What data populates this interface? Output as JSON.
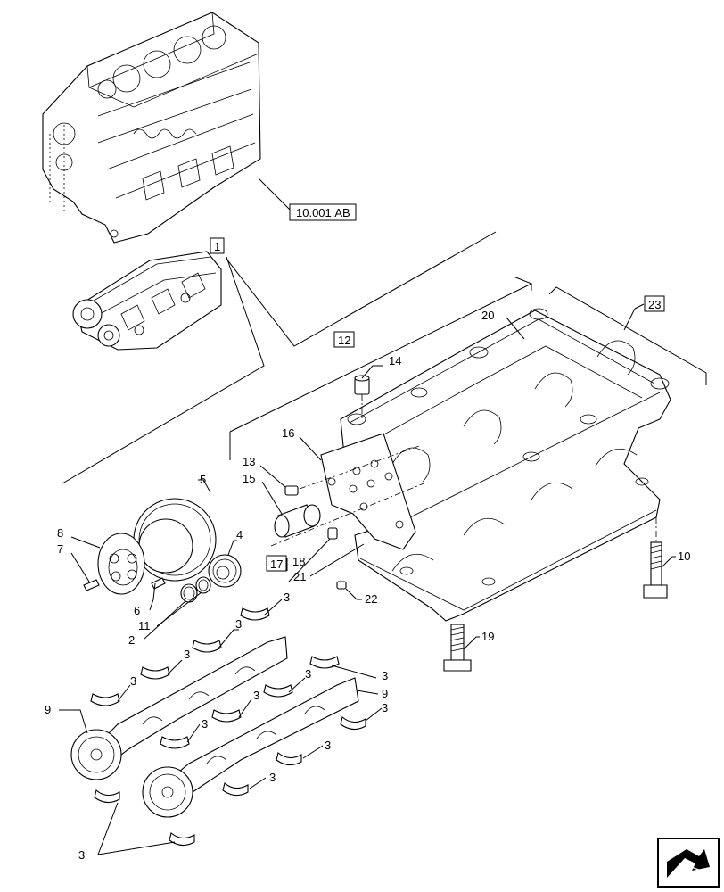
{
  "callouts": {
    "ref_engine_block": "10.001.AB",
    "assembly_1": "1",
    "assembly_12": "12",
    "assembly_17": "17",
    "assembly_23": "23",
    "p2": "2",
    "p3": "3",
    "p4": "4",
    "p5": "5",
    "p6": "6",
    "p7": "7",
    "p8": "8",
    "p9": "9",
    "p10": "10",
    "p11": "11",
    "p13": "13",
    "p14": "14",
    "p15": "15",
    "p16": "16",
    "p18": "18",
    "p19": "19",
    "p20": "20",
    "p21": "21",
    "p22": "22"
  },
  "icons": {
    "navigation": "next-page-arrow-icon"
  }
}
